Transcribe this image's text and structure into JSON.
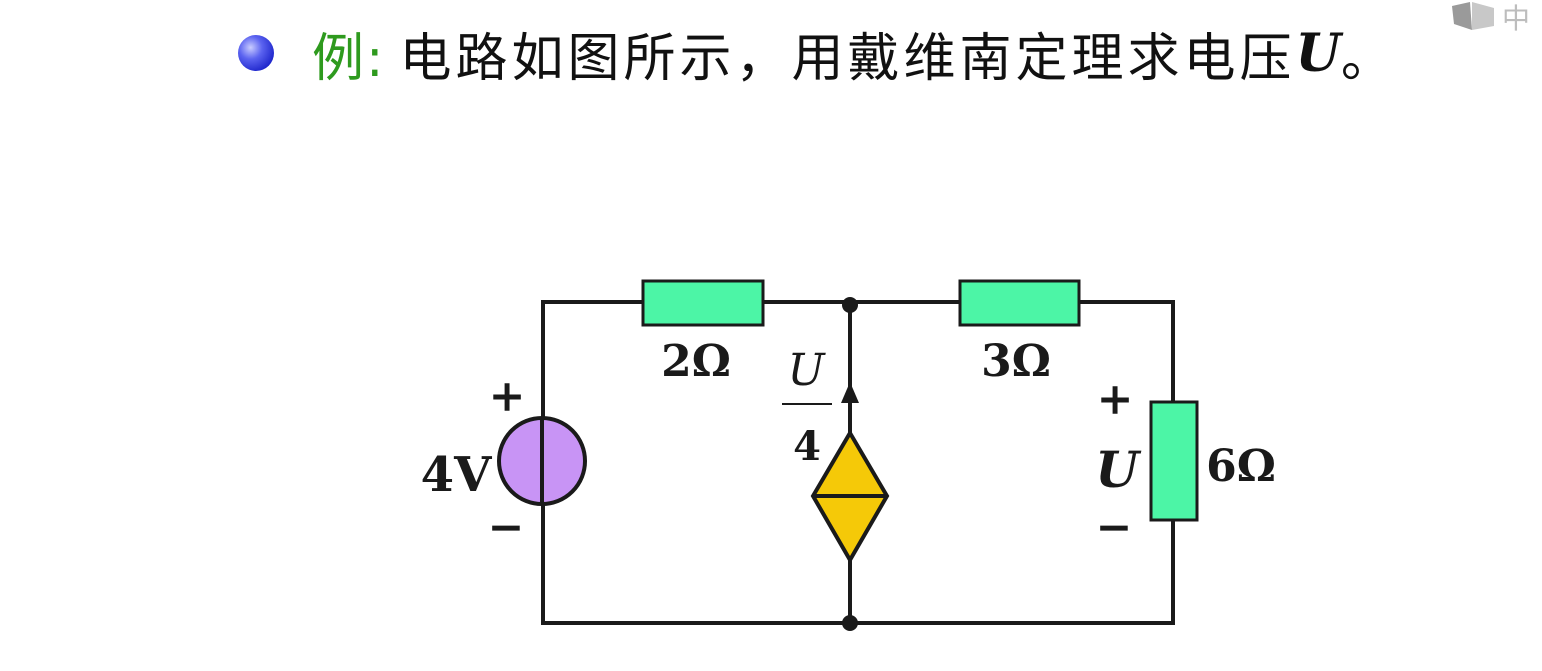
{
  "title": {
    "example_label": "例:",
    "problem_text": "电路如图所示，用戴维南定理求电压",
    "problem_var": "U",
    "problem_end": "。"
  },
  "corner": {
    "label": "中"
  },
  "circuit": {
    "resistor_left_label": "2Ω",
    "resistor_middle_label": "3Ω",
    "resistor_right_label": "6Ω",
    "voltage_source_label": "4V",
    "voltage_source_plus": "+",
    "voltage_source_minus": "−",
    "dependent_numerator": "U",
    "dependent_denominator": "4",
    "output_plus": "+",
    "output_var": "U",
    "output_minus": "−"
  },
  "colors": {
    "resistor_fill": "#4cf5a6",
    "voltage_source_fill": "#c894f5",
    "dependent_source_fill": "#f5c908",
    "wire": "#1a1a1a",
    "example_label": "#2e9a1e",
    "bullet": "#3039e0"
  },
  "icons": {
    "bullet": "bullet-icon",
    "corner": "speaker-icon"
  }
}
